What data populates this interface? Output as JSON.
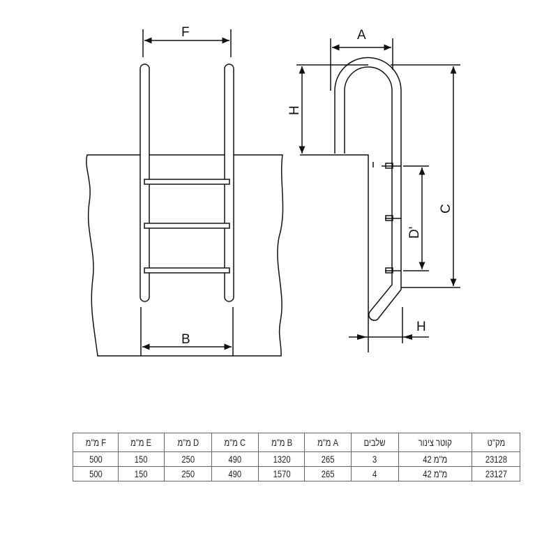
{
  "diagram": {
    "front_view": {
      "top_dim": "F",
      "bottom_dim": "B"
    },
    "side_view": {
      "top_dim": "A",
      "height_dim": "H",
      "total_dim": "C",
      "step_dim": "D'",
      "offset_dim": "H"
    }
  },
  "table": {
    "headers": [
      "מ\"מ F",
      "מ\"מ E",
      "מ\"מ D",
      "מ\"מ C",
      "מ\"מ B",
      "מ\"מ A",
      "שלבים",
      "קוטר צינור",
      "מק\"ט"
    ],
    "rows": [
      [
        "500",
        "150",
        "250",
        "490",
        "1320",
        "265",
        "3",
        "42 מ\"מ",
        "23128"
      ],
      [
        "500",
        "150",
        "250",
        "490",
        "1570",
        "265",
        "4",
        "42 מ\"מ",
        "23127"
      ]
    ]
  }
}
